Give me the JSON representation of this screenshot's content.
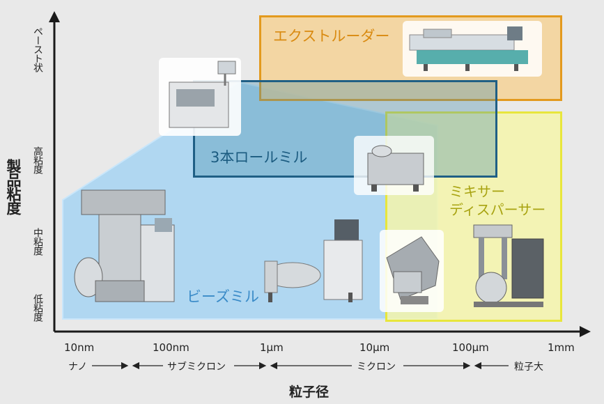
{
  "y_axis": {
    "title": "製品粘度",
    "levels": [
      {
        "label": "ペースト状"
      },
      {
        "label": "高粘度"
      },
      {
        "label": "中粘度"
      },
      {
        "label": "低粘度"
      }
    ]
  },
  "x_axis": {
    "title": "粒子径",
    "ticks": [
      "10nm",
      "100nm",
      "1μm",
      "10μm",
      "100μm",
      "1mm"
    ],
    "ranges": [
      "ナノ",
      "サブミクロン",
      "ミクロン",
      "粒子大"
    ]
  },
  "regions": {
    "extruder": {
      "label": "エクストルーダー",
      "color": "#e39a1e"
    },
    "three_roll": {
      "label": "3本ロールミル",
      "color": "#1f5f85"
    },
    "bead_mill": {
      "label": "ビーズミル",
      "color": "#6fb8e6"
    },
    "mixer": {
      "label_line1": "ミキサー",
      "label_line2": "ディスパーサー",
      "color": "#e8e63c"
    }
  },
  "machines": [
    "extruder-machine",
    "three-roll-mill-machine",
    "dissolver-machine",
    "bead-mill-large",
    "bead-mill-horizontal",
    "disperser-machine",
    "planetary-mixer-machine"
  ]
}
